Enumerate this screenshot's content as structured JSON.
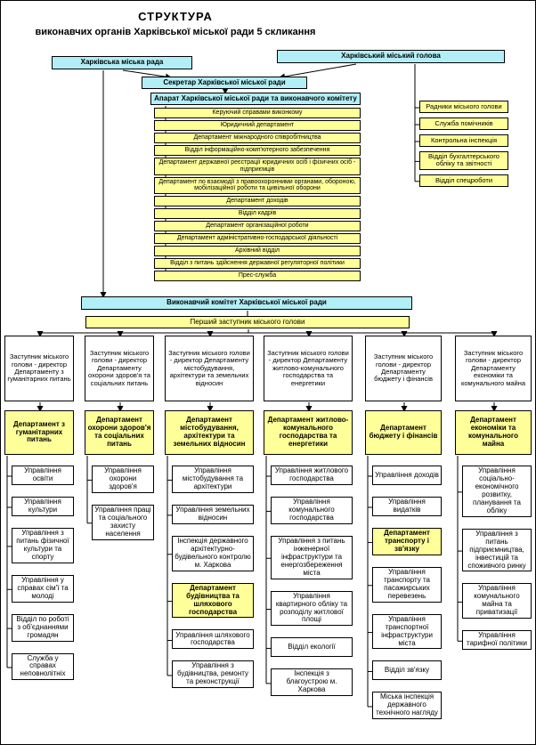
{
  "title": {
    "line1": "СТРУКТУРА",
    "line2": "виконавчих органів Харківської міської ради 5 скликання"
  },
  "top": {
    "council": "Харківська міська рада",
    "mayor": "Харківський  міський  голова",
    "secretary": "Секретар Харківської міської ради",
    "apparatus": "Апарат Харківської міської ради та виконавчого комітету"
  },
  "apparatus_units": [
    "Керуючий справами  виконкому",
    "Юридичний департамент",
    "Департамент міжнародного співробітництва",
    "Відділ інформаційно-комп'ютерного забезпечення",
    "Департамент державної реєстрації юридичних осіб і фізичних осіб - підприємців",
    "Департамент по взаємодії з правоохоронними органами, обороною, мобілізаційної роботи та цивільної оборони",
    "Департамент доходів",
    "Відділ кадрів",
    "Департамент організаційної роботи",
    "Департамент адміністративно-господарської діяльності",
    "Архівний відділ",
    "Відділ з питань здійснення державної регуляторної політики",
    "Прес-служба"
  ],
  "mayor_units": [
    "Радники міського голови",
    "Служба помічників",
    "Контрольна інспекція",
    "Відділ бухгалтерського обліку та звітності",
    "Відділ спецроботи"
  ],
  "executive_committee": "Виконавчий комітет Харківської міської ради",
  "first_deputy": "Перший заступник міського голови",
  "columns": [
    {
      "deputy": "Заступник міського голови - директор Департаменту з гуманітарних питань",
      "department": "Департамент з гуманітарних питань",
      "units": [
        {
          "type": "unit",
          "label": "Управління освіти"
        },
        {
          "type": "unit",
          "label": "Управління культури"
        },
        {
          "type": "unit",
          "label": "Управління з питань фізичної культури та спорту"
        },
        {
          "type": "unit",
          "label": "Управління у справах сім'ї та молоді"
        },
        {
          "type": "unit",
          "label": "Відділ по роботі з об'єднаннями громадян"
        },
        {
          "type": "unit",
          "label": "Служба у справах неповнолітніх"
        }
      ]
    },
    {
      "deputy": "Заступник міського голови - директор Департаменту охорони здоров'я та соціальних питань",
      "department": "Департамент охорони здоров'я та соціальних питань",
      "units": [
        {
          "type": "unit",
          "label": "Управління охорони здоров'я"
        },
        {
          "type": "unit",
          "label": "Управління праці та соціального захисту населення"
        }
      ]
    },
    {
      "deputy": "Заступник міського голови - директор Департаменту містобудування, архітектури та земельних відносин",
      "department": "Департамент містобудування, архітектури та земельних відносин",
      "units": [
        {
          "type": "unit",
          "label": "Управління містобудування та архітектури"
        },
        {
          "type": "unit",
          "label": "Управління земельних відносин"
        },
        {
          "type": "unit",
          "label": "Інспекція державного архітектурно-будівельного контролю м. Харкова"
        },
        {
          "type": "dept",
          "label": "Департамент будівництва та шляхового господарства"
        },
        {
          "type": "unit",
          "label": "Управління шляхового господарства"
        },
        {
          "type": "unit",
          "label": "Управління з будівництва, ремонту та реконструкції"
        }
      ]
    },
    {
      "deputy": "Заступник міського голови - директор Департаменту житлово-комунального господарства та енергетики",
      "department": "Департамент житлово-комунального господарства та енергетики",
      "units": [
        {
          "type": "unit",
          "label": "Управління житлового господарства"
        },
        {
          "type": "unit",
          "label": "Управління комунального господарства"
        },
        {
          "type": "unit",
          "label": "Управління з питань інженерної інфраструктури та енергозбереження міста"
        },
        {
          "type": "unit",
          "label": "Управління квартирного обліку та розподілу житлової площі"
        },
        {
          "type": "unit",
          "label": "Відділ екології"
        },
        {
          "type": "unit",
          "label": "Інспекція з благоустрою м. Харкова"
        }
      ]
    },
    {
      "deputy": "Заступник міського голови - директор Департаменту бюджету і фінансів",
      "department": "Департамент бюджету і фінансів",
      "units": [
        {
          "type": "unit",
          "label": "Управління доходів"
        },
        {
          "type": "unit",
          "label": "Управління видатків"
        },
        {
          "type": "dept",
          "label": "Департамент транспорту і зв'язку"
        },
        {
          "type": "unit",
          "label": "Управління транспорту та пасажирських перевезень"
        },
        {
          "type": "unit",
          "label": "Управління транспортної інфраструктури міста"
        },
        {
          "type": "unit",
          "label": "Відділ зв'язку"
        },
        {
          "type": "unit",
          "label": "Міська інспекція державного технічного нагляду"
        }
      ]
    },
    {
      "deputy": "Заступник міського голови - директор Департаменту економіки та комунального майна",
      "department": "Департамент економіки та комунального майна",
      "units": [
        {
          "type": "unit",
          "label": "Управління соціально-економічного розвитку, планування та обліку"
        },
        {
          "type": "unit",
          "label": "Управління з питань підприємництва, інвестицій та споживчого ринку"
        },
        {
          "type": "unit",
          "label": "Управління комунального майна та приватизації"
        },
        {
          "type": "unit",
          "label": "Управління тарифної політики"
        }
      ]
    }
  ],
  "colors": {
    "cyan": "#b2eef6",
    "yellow": "#ffff99",
    "border": "#000000"
  }
}
